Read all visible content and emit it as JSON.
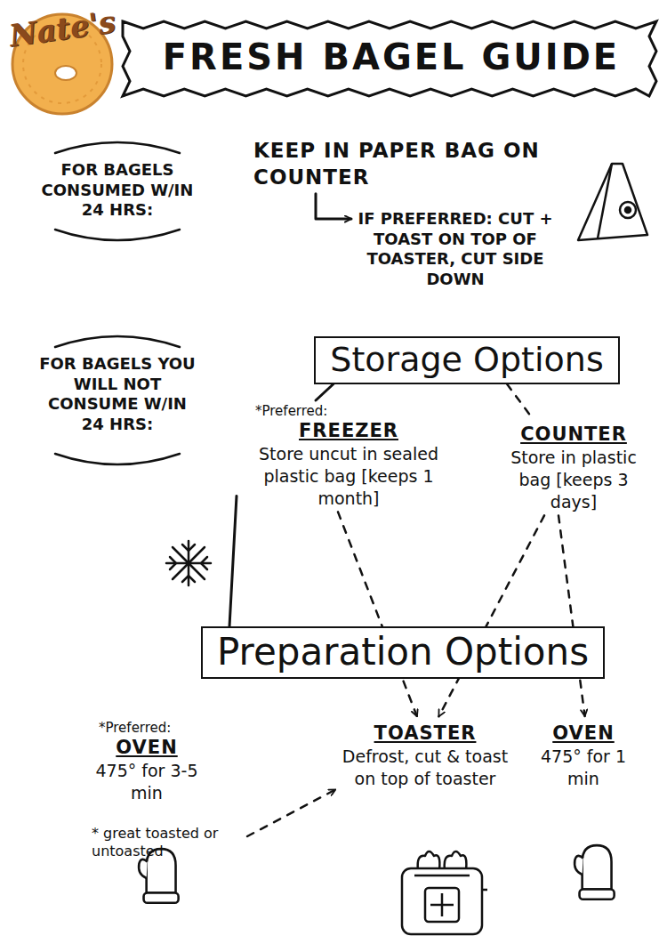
{
  "diagram": {
    "title": "FRESH BAGEL GUIDE",
    "nodes": [
      {
        "text": [
          "KEEP IN PAPER BAG ON COUNTER"
        ]
      },
      {
        "text": [
          "IF PREFERRED: CUT + TOAST ON TOP OF TOASTER, CUT SIDE DOWN"
        ]
      },
      {
        "text": [
          "Storage Options"
        ]
      },
      {
        "text": [
          "*Preferred:",
          "FREEZER",
          "Store uncut in sealed plastic bag [keeps 1 month]"
        ]
      },
      {
        "text": [
          "COUNTER",
          "Store in plastic bag [keeps 3 days]"
        ]
      },
      {
        "text": [
          "Preparation Options"
        ]
      },
      {
        "text": [
          "*Preferred:",
          "OVEN",
          "475° for 3-5 min"
        ]
      },
      {
        "text": [
          "* great toasted or untoasted"
        ]
      },
      {
        "text": [
          "TOASTER",
          "Defrost, cut & toast on top of toaster"
        ]
      },
      {
        "text": [
          "OVEN",
          "475° for 1 min"
        ]
      }
    ],
    "edges": [
      {
        "from": 0,
        "to": 1,
        "arrow": "to"
      },
      {
        "from": 2,
        "to": 3,
        "arrow": "none"
      },
      {
        "from": 2,
        "to": 4,
        "arrow": "none"
      },
      {
        "from": 3,
        "to": 5,
        "arrow": "none"
      },
      {
        "from": 3,
        "to": 8,
        "arrow": "to"
      },
      {
        "from": 4,
        "to": 8,
        "arrow": "to"
      },
      {
        "from": 4,
        "to": 9,
        "arrow": "to"
      },
      {
        "from": 7,
        "to": 8,
        "arrow": "to"
      }
    ],
    "labels": [
      "Nate's",
      "FOR BAGELS CONSUMED W/IN 24 HRS:",
      "FOR BAGELS YOU WILL NOT CONSUME W/IN 24 HRS:"
    ]
  }
}
